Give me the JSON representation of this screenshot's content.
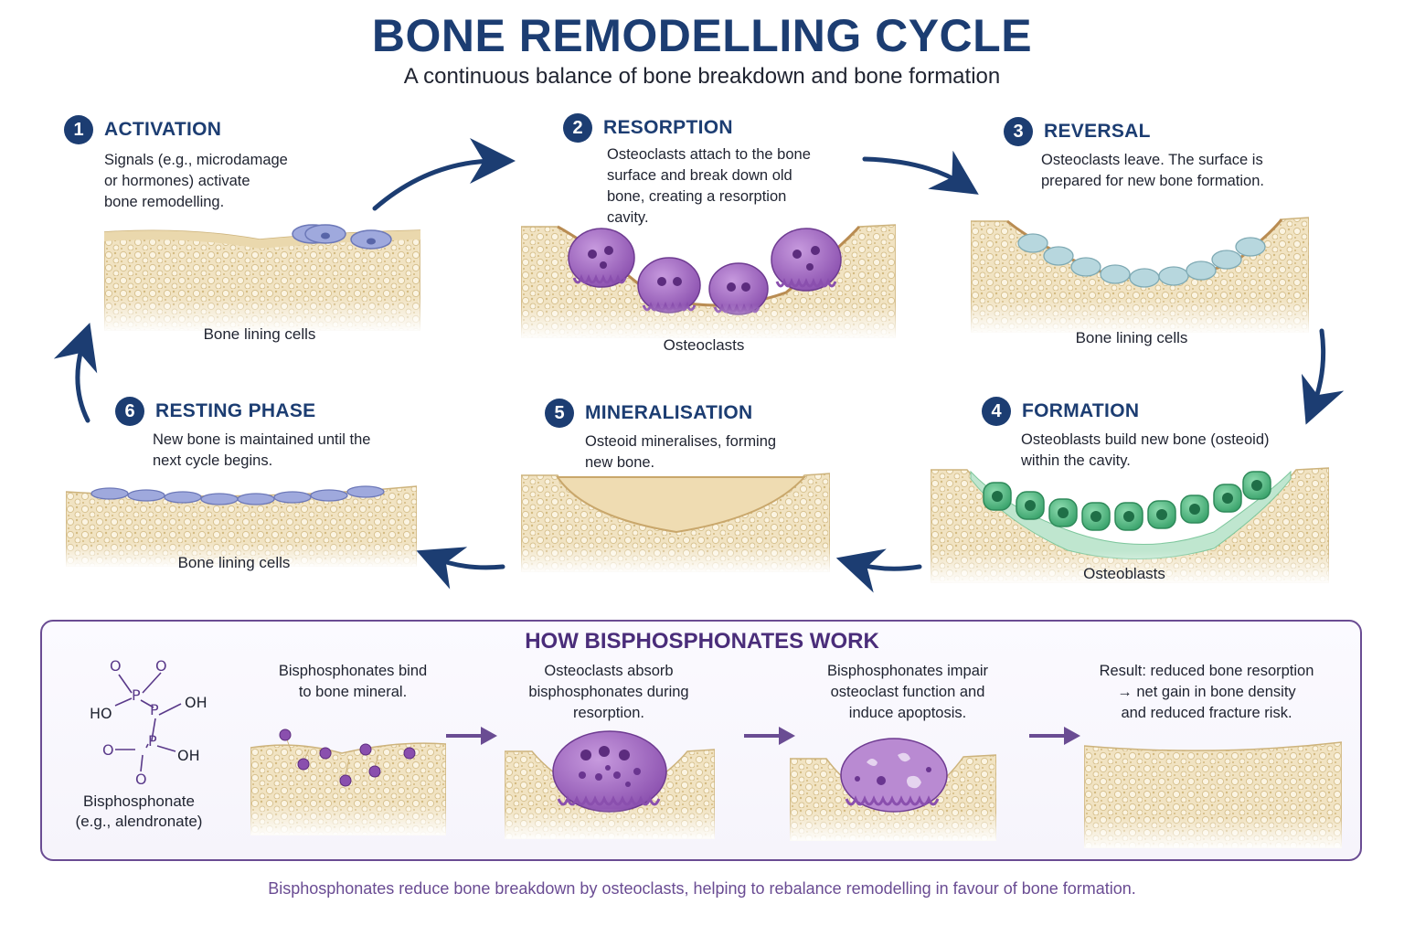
{
  "title": "BONE REMODELLING CYCLE",
  "subtitle": "A continuous balance of bone breakdown and bone formation",
  "steps": [
    {
      "number": "1",
      "title": "ACTIVATION",
      "desc": [
        "Signals (e.g., microdamage",
        "or hormones) activate",
        "bone remodelling."
      ],
      "caption": "Bone lining cells"
    },
    {
      "number": "2",
      "title": "RESORPTION",
      "desc": [
        "Osteoclasts attach to the bone",
        "surface and break down old",
        "bone, creating a resorption",
        "cavity."
      ],
      "caption": "Osteoclasts"
    },
    {
      "number": "3",
      "title": "REVERSAL",
      "desc": [
        "Osteoclasts leave. The surface is",
        "prepared for new bone formation."
      ],
      "caption": "Bone lining cells"
    },
    {
      "number": "4",
      "title": "FORMATION",
      "desc": [
        "Osteoblasts build new bone (osteoid)",
        "within the cavity."
      ],
      "caption": "Osteoblasts"
    },
    {
      "number": "5",
      "title": "MINERALISATION",
      "desc": [
        "Osteoid mineralises, forming",
        "new bone."
      ],
      "caption": ""
    },
    {
      "number": "6",
      "title": "RESTING PHASE",
      "desc": [
        "New bone is maintained until the",
        "next cycle begins."
      ],
      "caption": "Bone lining cells"
    }
  ],
  "bisphosphonates": {
    "title": "HOW BISPHOSPHONATES WORK",
    "molecule": {
      "atoms": {
        "o": "O",
        "p": "P",
        "oh": "OH",
        "ho": "HO"
      },
      "label": [
        "Bisphosphonate",
        "(e.g., alendronate)"
      ]
    },
    "stages": [
      [
        "Bisphosphonates bind",
        "to bone mineral."
      ],
      [
        "Osteoclasts absorb",
        "bisphosphonates during",
        "resorption."
      ],
      [
        "Bisphosphonates impair",
        "osteoclast function and",
        "induce apoptosis."
      ],
      [
        "Result: reduced bone resorption",
        "→ net gain in bone density",
        "and reduced fracture risk."
      ]
    ]
  },
  "footer": "Bisphosphonates reduce bone breakdown by osteoclasts, helping to rebalance remodelling in favour of bone formation.",
  "colors": {
    "navy": "#1c3d72",
    "purple": "#6a4c93",
    "bone": "#f1e3c2",
    "bone_pore": "#d8c290",
    "lining_cell": "#9fa9dd",
    "osteoclast": "#a46ec4",
    "reversal_cell": "#b7d7de",
    "osteoblast": "#5cc08a",
    "osteoid": "#bfe6cf"
  },
  "icons": [
    "cycle-arrow-icon",
    "right-arrow-icon",
    "bone-tissue-illustration",
    "osteoclast-cell-illustration",
    "bisphosphonate-molecule-icon"
  ]
}
